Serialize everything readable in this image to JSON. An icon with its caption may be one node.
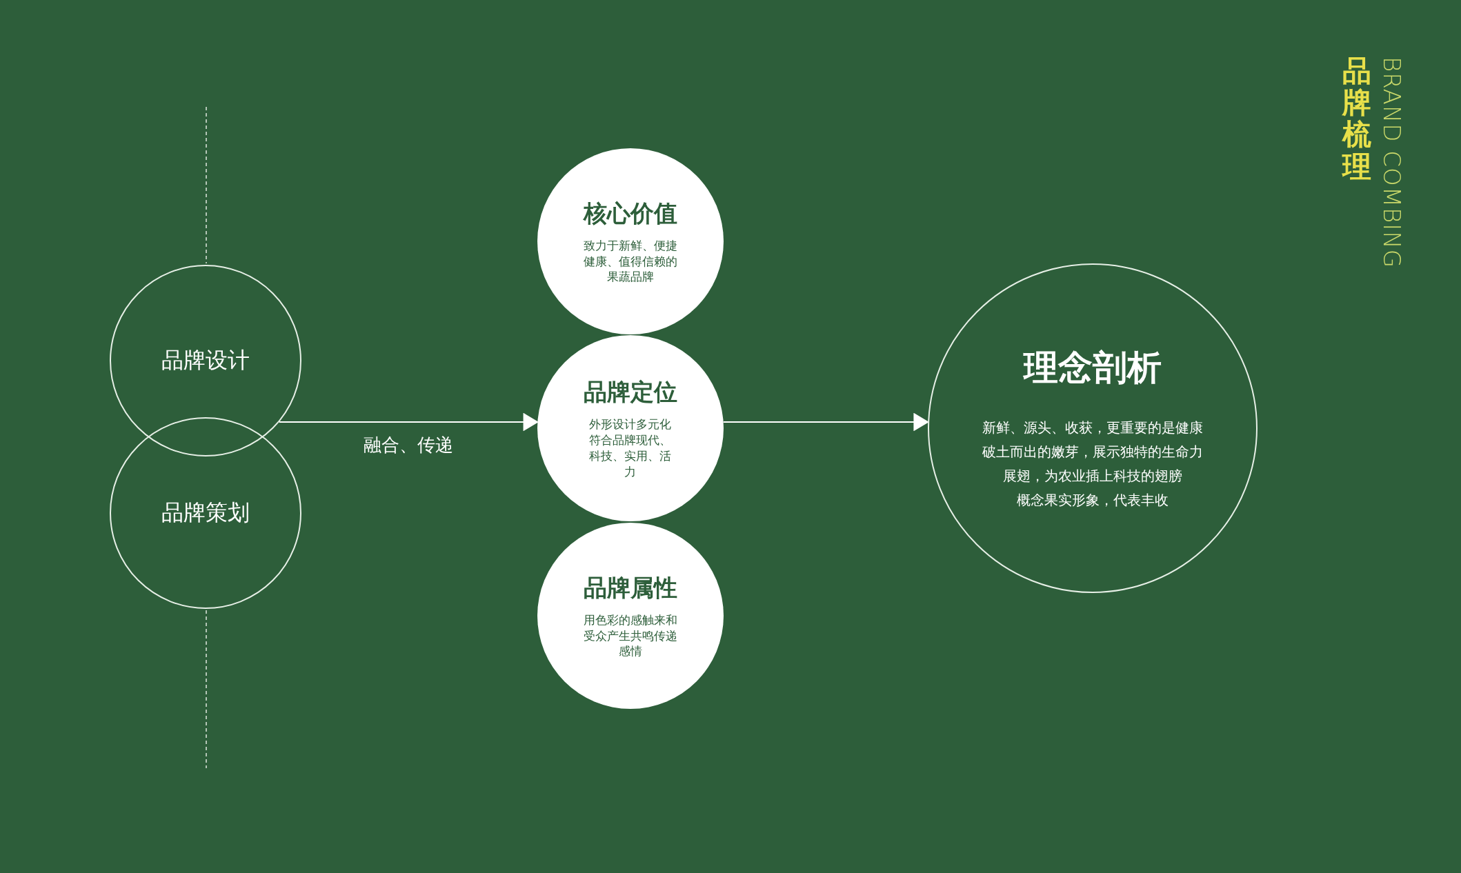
{
  "diagram": {
    "title": "品牌梳理",
    "nodes": [
      {
        "text": [
          "品牌设计"
        ]
      },
      {
        "text": [
          "品牌策划"
        ]
      },
      {
        "text": [
          "核心价值",
          "致力于新鲜、便捷健康、值得信赖的果蔬品牌"
        ]
      },
      {
        "text": [
          "品牌定位",
          "外形设计多元化符合品牌现代、科技、实用、活力"
        ]
      },
      {
        "text": [
          "品牌属性",
          "用色彩的感触来和受众产生共鸣传递感情"
        ]
      },
      {
        "text": [
          "理念剖析",
          "新鲜、源头、收获，更重要的是健康",
          "破土而出的嫩芽，展示独特的生命力",
          "展翅，为农业插上科技的翅膀",
          "概念果实形象，代表丰收"
        ]
      }
    ],
    "edges": [
      {
        "from": 0,
        "to": 3,
        "arrow": "to",
        "label": "融合、传递"
      },
      {
        "from": 1,
        "to": 3,
        "arrow": "to"
      },
      {
        "from": 3,
        "to": 5,
        "arrow": "to"
      }
    ],
    "labels": [
      "BRAND COMBING"
    ]
  }
}
